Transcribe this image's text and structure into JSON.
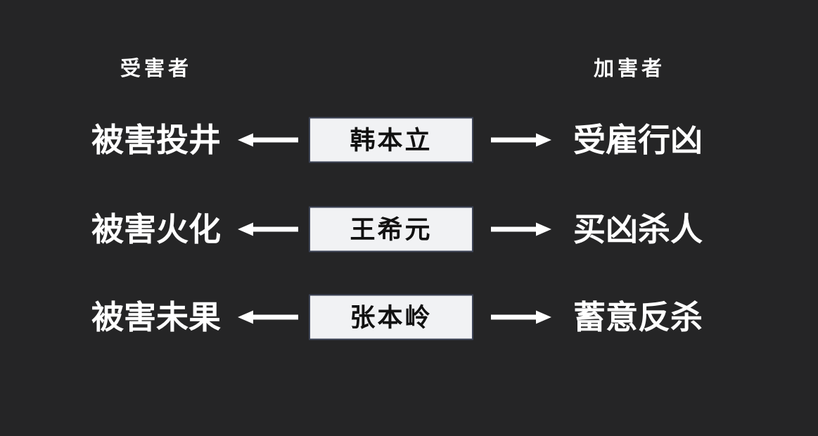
{
  "diagram": {
    "background_color": "#252526",
    "text_color": "#ffffff",
    "box_fill_color": "#f1f2f4",
    "box_border_color": "#3d4456",
    "box_text_color": "#111111",
    "arrow_color": "#ffffff",
    "headers": {
      "left": "受害者",
      "right": "加害者"
    },
    "rows": [
      {
        "victim_outcome": "被害投井",
        "person_name": "韩本立",
        "perpetrator_role": "受雇行凶"
      },
      {
        "victim_outcome": "被害火化",
        "person_name": "王希元",
        "perpetrator_role": "买凶杀人"
      },
      {
        "victim_outcome": "被害未果",
        "person_name": "张本岭",
        "perpetrator_role": "蓄意反杀"
      }
    ],
    "icons": {
      "left_arrow": "arrow-left-icon",
      "right_arrow": "arrow-right-icon"
    }
  }
}
